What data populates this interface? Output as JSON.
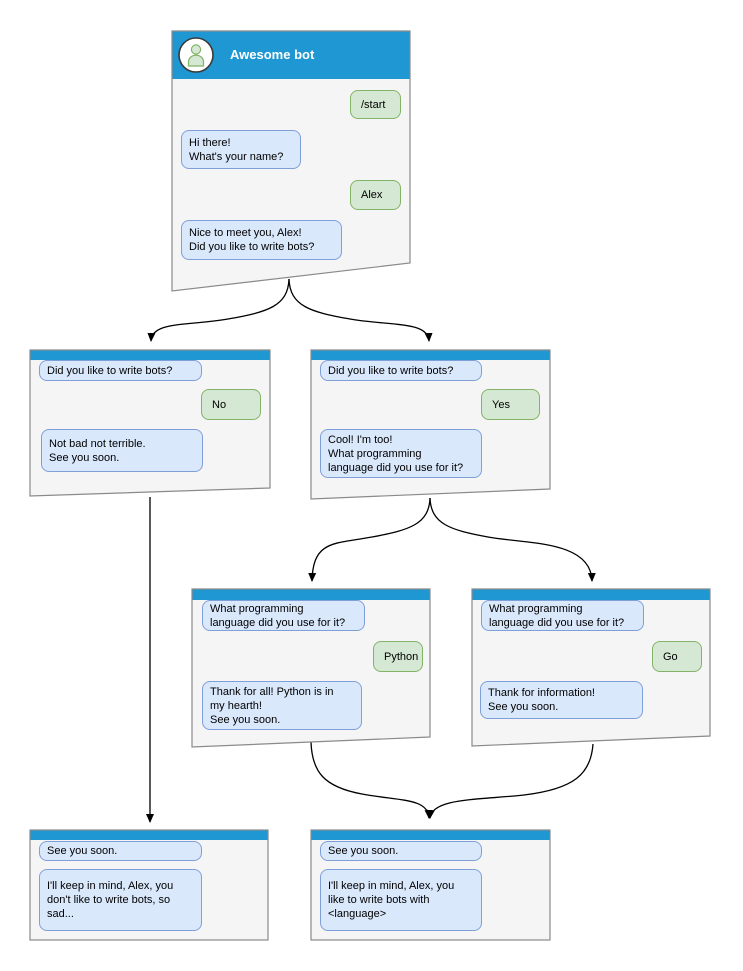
{
  "diagram": {
    "kind": "chatbot-conversation-flow",
    "colors": {
      "header_blue": "#1f97d2",
      "window_fill": "#f5f5f5",
      "window_border": "#8a8a8a",
      "bot_bubble_fill": "#dae8fc",
      "bot_bubble_border": "#7f9fd9",
      "user_bubble_fill": "#d5e8d4",
      "user_bubble_border": "#82b366",
      "connector": "#000000",
      "avatar_icon": "person-icon"
    },
    "edges": [
      {
        "from": "main",
        "to": "branch_no"
      },
      {
        "from": "main",
        "to": "branch_yes"
      },
      {
        "from": "branch_yes",
        "to": "branch_python"
      },
      {
        "from": "branch_yes",
        "to": "branch_go"
      },
      {
        "from": "branch_no",
        "to": "end_no"
      },
      {
        "from": "branch_python",
        "to": "end_yes"
      },
      {
        "from": "branch_go",
        "to": "end_yes"
      }
    ]
  },
  "nodes": {
    "main": {
      "title": "Awesome bot",
      "messages": [
        {
          "from": "user",
          "text": "/start"
        },
        {
          "from": "bot",
          "text": "Hi there!\nWhat's your name?"
        },
        {
          "from": "user",
          "text": "Alex"
        },
        {
          "from": "bot",
          "text": "Nice to meet you, Alex!\nDid you like to write bots?"
        }
      ]
    },
    "branch_no": {
      "messages": [
        {
          "from": "bot",
          "text": "Did you like to write bots?"
        },
        {
          "from": "user",
          "text": "No"
        },
        {
          "from": "bot",
          "text": "Not bad not terrible.\nSee you soon."
        }
      ]
    },
    "branch_yes": {
      "messages": [
        {
          "from": "bot",
          "text": "Did you like to write bots?"
        },
        {
          "from": "user",
          "text": "Yes"
        },
        {
          "from": "bot",
          "text": "Cool! I'm too!\nWhat programming\nlanguage did you use for it?"
        }
      ]
    },
    "branch_python": {
      "messages": [
        {
          "from": "bot",
          "text": "What programming\nlanguage did you use for it?"
        },
        {
          "from": "user",
          "text": "Python"
        },
        {
          "from": "bot",
          "text": "Thank for all! Python is in\nmy hearth!\nSee you soon."
        }
      ]
    },
    "branch_go": {
      "messages": [
        {
          "from": "bot",
          "text": "What programming\nlanguage did you use for it?"
        },
        {
          "from": "user",
          "text": "Go"
        },
        {
          "from": "bot",
          "text": "Thank for information!\nSee you soon."
        }
      ]
    },
    "end_no": {
      "messages": [
        {
          "from": "bot",
          "text": "See you soon."
        },
        {
          "from": "bot",
          "text": "I'll keep in mind, Alex, you\ndon't like to write bots, so\nsad..."
        }
      ]
    },
    "end_yes": {
      "messages": [
        {
          "from": "bot",
          "text": "See you soon."
        },
        {
          "from": "bot",
          "text": "I'll keep in mind, Alex, you\nlike to write bots with\n<language>"
        }
      ]
    }
  }
}
